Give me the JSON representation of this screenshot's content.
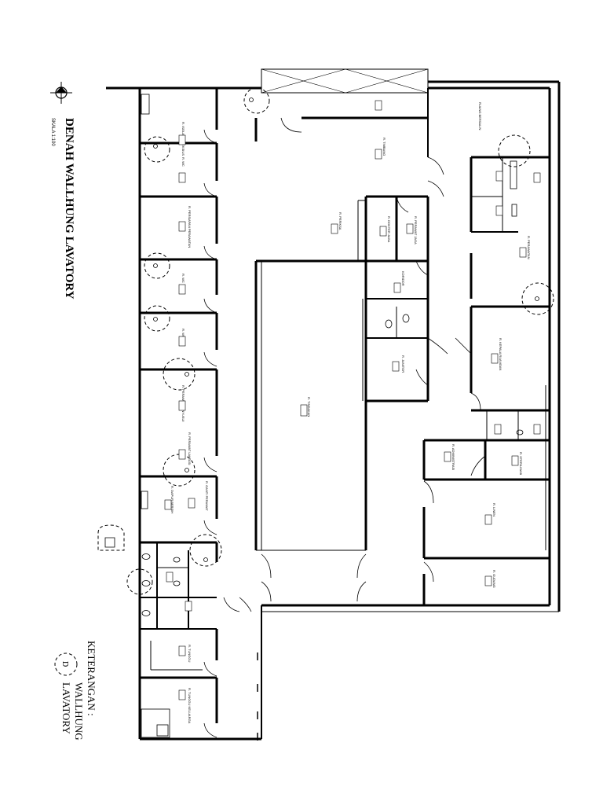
{
  "title": "DENAH WALLHUNG LAVATORY",
  "scale": "SKALA 1:100",
  "legend": {
    "heading": "KETERANGAN :",
    "symbol_letter": "D",
    "line1": "WALLHUNG",
    "line2": "LAVATORY"
  },
  "rooms": [
    {
      "id": "r1",
      "text": "R. ISOLASI INFEKSIUS"
    },
    {
      "id": "r2",
      "text": "R. WC"
    },
    {
      "id": "r3",
      "text": "R. PERSIAPAN PERAWATAN"
    },
    {
      "id": "r4",
      "text": "R. WC"
    },
    {
      "id": "r5",
      "text": "R. WC"
    },
    {
      "id": "r6",
      "text": "R. PERAWAT MENYUSUI"
    },
    {
      "id": "r7",
      "text": "R. PERAWAT LAKTASI"
    },
    {
      "id": "r8",
      "text": "R. GANTI PERAWAT"
    },
    {
      "id": "r9",
      "text": "R. DAPUR BERSIH"
    },
    {
      "id": "r10",
      "text": "R. TUNGGU"
    },
    {
      "id": "r11",
      "text": "R. TUNGGU KELUARGA"
    },
    {
      "id": "r12",
      "text": "R. TIMBANG"
    },
    {
      "id": "r13",
      "text": "R. PERIKSA"
    },
    {
      "id": "r14",
      "text": "R. DOKTER JAGA"
    },
    {
      "id": "r15",
      "text": "R. PERAWAT JAGA"
    },
    {
      "id": "r16",
      "text": "KORIDOR"
    },
    {
      "id": "r17",
      "text": "R. TINDAKAN"
    },
    {
      "id": "r18",
      "text": "R. JANITOR"
    },
    {
      "id": "r19",
      "text": "RUANG BERSALIN"
    },
    {
      "id": "r20",
      "text": "R. PERAWATAN"
    },
    {
      "id": "r21",
      "text": "R. KEPALA RUANGAN"
    },
    {
      "id": "r22",
      "text": "R. ADMINISTRASI"
    },
    {
      "id": "r23",
      "text": "R. STERILISASI"
    },
    {
      "id": "r24",
      "text": "R. LINEN"
    },
    {
      "id": "r25",
      "text": "R. GUDANG"
    }
  ]
}
